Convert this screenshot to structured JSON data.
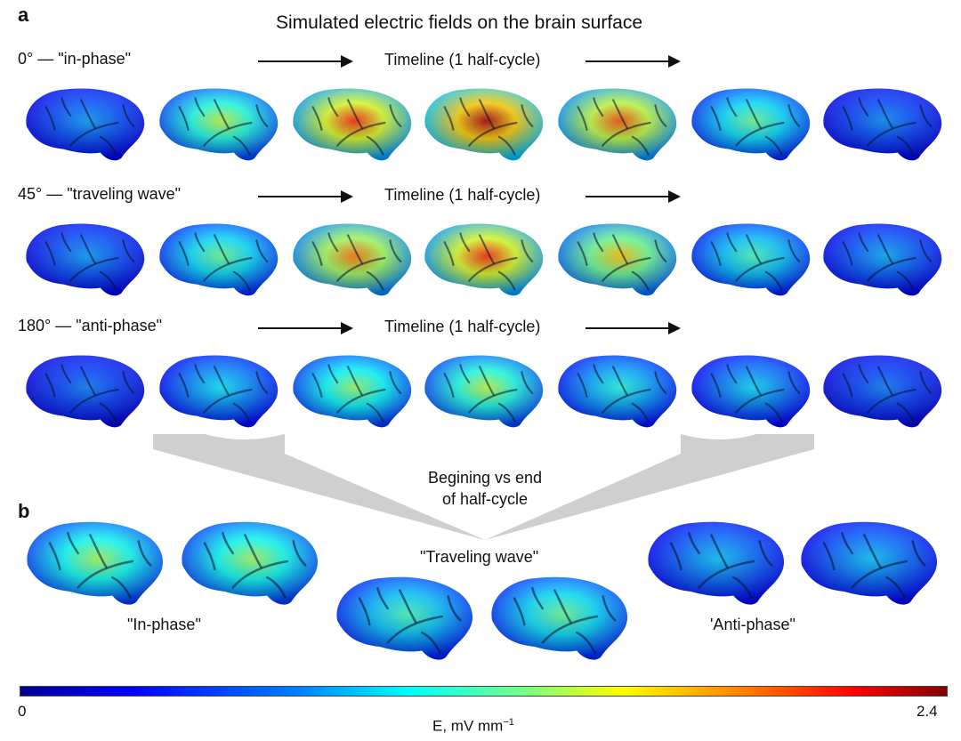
{
  "panel_a": {
    "letter": "a",
    "title": "Simulated electric fields on the brain surface",
    "rows": [
      {
        "label": "0° — \"in-phase\"",
        "timeline": "Timeline (1 half-cycle)",
        "levels": [
          0.1,
          0.45,
          0.8,
          0.95,
          0.75,
          0.35,
          0.08
        ]
      },
      {
        "label": "45° — \"traveling wave\"",
        "timeline": "Timeline (1 half-cycle)",
        "levels": [
          0.1,
          0.35,
          0.7,
          0.8,
          0.6,
          0.3,
          0.12
        ]
      },
      {
        "label": "180° — \"anti-phase\"",
        "timeline": "Timeline (1 half-cycle)",
        "levels": [
          0.06,
          0.2,
          0.4,
          0.45,
          0.25,
          0.18,
          0.06
        ]
      }
    ]
  },
  "panel_b": {
    "letter": "b",
    "center_text_line1": "Begining vs end",
    "center_text_line2": "of half-cycle",
    "groups": [
      {
        "label": "\"In-phase\"",
        "levels": [
          0.42,
          0.42
        ]
      },
      {
        "label": "\"Traveling wave\"",
        "levels": [
          0.3,
          0.35
        ]
      },
      {
        "label": "'Anti-phase\"",
        "levels": [
          0.15,
          0.15
        ]
      }
    ]
  },
  "colorbar": {
    "min_label": "0",
    "max_label": "2.4",
    "unit_main": "E, mV mm",
    "unit_sup": "−1"
  }
}
